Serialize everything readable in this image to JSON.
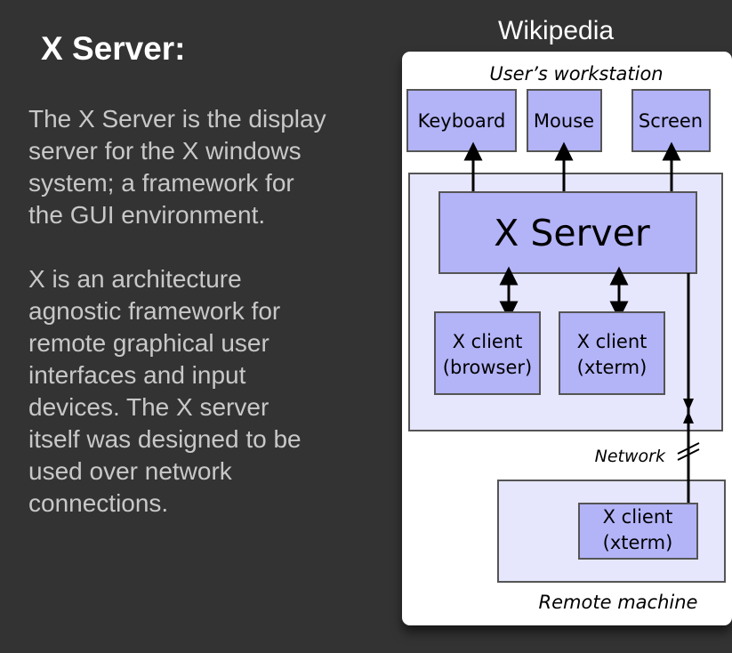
{
  "slide": {
    "title": "X Server:",
    "paragraph1": "The X Server is the display\nserver for the X windows\nsystem; a framework for\nthe GUI environment.",
    "paragraph2": "X is an architecture\nagnostic framework for\nremote graphical user\ninterfaces and input\ndevices.  The X server\nitself was designed to be\nused over network\nconnections.",
    "source_credit": "Wikipedia"
  },
  "diagram": {
    "workstation_label": "User’s workstation",
    "keyboard_label": "Keyboard",
    "mouse_label": "Mouse",
    "screen_label": "Screen",
    "server_label": "X Server",
    "client_browser_line1": "X client",
    "client_browser_line2": "(browser)",
    "client_xterm_line1": "X client",
    "client_xterm_line2": "(xterm)",
    "network_label": "Network",
    "remote_client_line1": "X client",
    "remote_client_line2": "(xterm)",
    "remote_machine_label": "Remote machine",
    "colors": {
      "box_fill": "#b3b3f8",
      "region_fill": "#e6e6fc",
      "stroke": "#555555",
      "line": "#000000"
    }
  }
}
